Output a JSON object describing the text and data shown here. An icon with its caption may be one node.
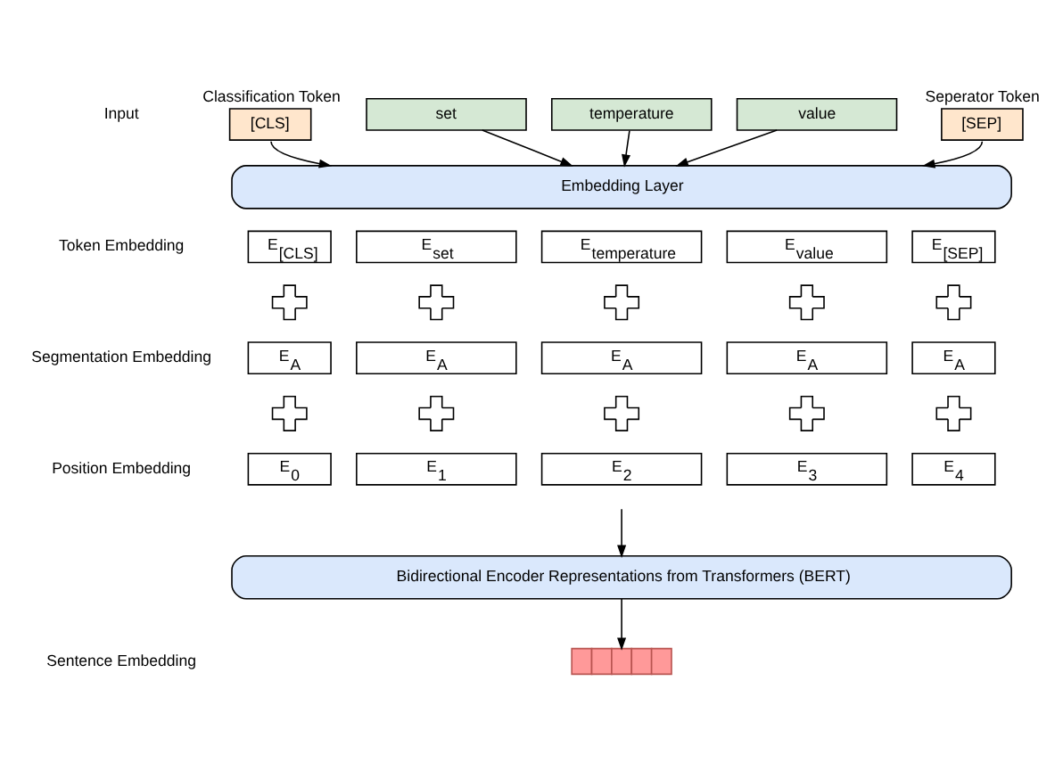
{
  "diagram": {
    "nodes": [
      {
        "text": [
          "[CLS]"
        ],
        "beside": [
          "Classification Token"
        ]
      },
      {
        "text": [
          "set"
        ]
      },
      {
        "text": [
          "temperature"
        ]
      },
      {
        "text": [
          "value"
        ]
      },
      {
        "text": [
          "[SEP]"
        ],
        "beside": [
          "Seperator Token"
        ]
      },
      {
        "text": [
          "Embedding Layer"
        ]
      },
      {
        "text": [
          "E$_{[CLS]}$"
        ]
      },
      {
        "text": [
          "E$_{set}$"
        ]
      },
      {
        "text": [
          "E$_{temperature}$"
        ]
      },
      {
        "text": [
          "E$_{value}$"
        ]
      },
      {
        "text": [
          "E$_{[SEP]}$"
        ]
      },
      {
        "text": [],
        "shape": "plus"
      },
      {
        "text": [],
        "shape": "plus"
      },
      {
        "text": [],
        "shape": "plus"
      },
      {
        "text": [],
        "shape": "plus"
      },
      {
        "text": [],
        "shape": "plus"
      },
      {
        "text": [
          "E$_{A}$"
        ]
      },
      {
        "text": [
          "E$_{A}$"
        ]
      },
      {
        "text": [
          "E$_{A}$"
        ]
      },
      {
        "text": [
          "E$_{A}$"
        ]
      },
      {
        "text": [
          "E$_{A}$"
        ]
      },
      {
        "text": [],
        "shape": "plus"
      },
      {
        "text": [],
        "shape": "plus"
      },
      {
        "text": [],
        "shape": "plus"
      },
      {
        "text": [],
        "shape": "plus"
      },
      {
        "text": [],
        "shape": "plus"
      },
      {
        "text": [
          "E$_{0}$"
        ]
      },
      {
        "text": [
          "E$_{1}$"
        ]
      },
      {
        "text": [
          "E$_{2}$"
        ]
      },
      {
        "text": [
          "E$_{3}$"
        ]
      },
      {
        "text": [
          "E$_{4}$"
        ]
      },
      {
        "text": [
          "Bidirectional Encoder Representations from Transformers (BERT)"
        ]
      },
      {
        "text": [],
        "shape": "bar"
      }
    ],
    "edges": [
      {
        "from": 0,
        "to": 5,
        "arrow": "to"
      },
      {
        "from": 1,
        "to": 5,
        "arrow": "to"
      },
      {
        "from": 2,
        "to": 5,
        "arrow": "to"
      },
      {
        "from": 3,
        "to": 5,
        "arrow": "to"
      },
      {
        "from": 4,
        "to": 5,
        "arrow": "to"
      },
      {
        "from": null,
        "to": 31,
        "arrow": "to"
      },
      {
        "from": 31,
        "to": 32,
        "arrow": "to"
      }
    ],
    "labels": [
      "Input",
      "Token Embedding",
      "Segmentation Embedding",
      "Position Embedding",
      "Sentence Embedding"
    ]
  }
}
